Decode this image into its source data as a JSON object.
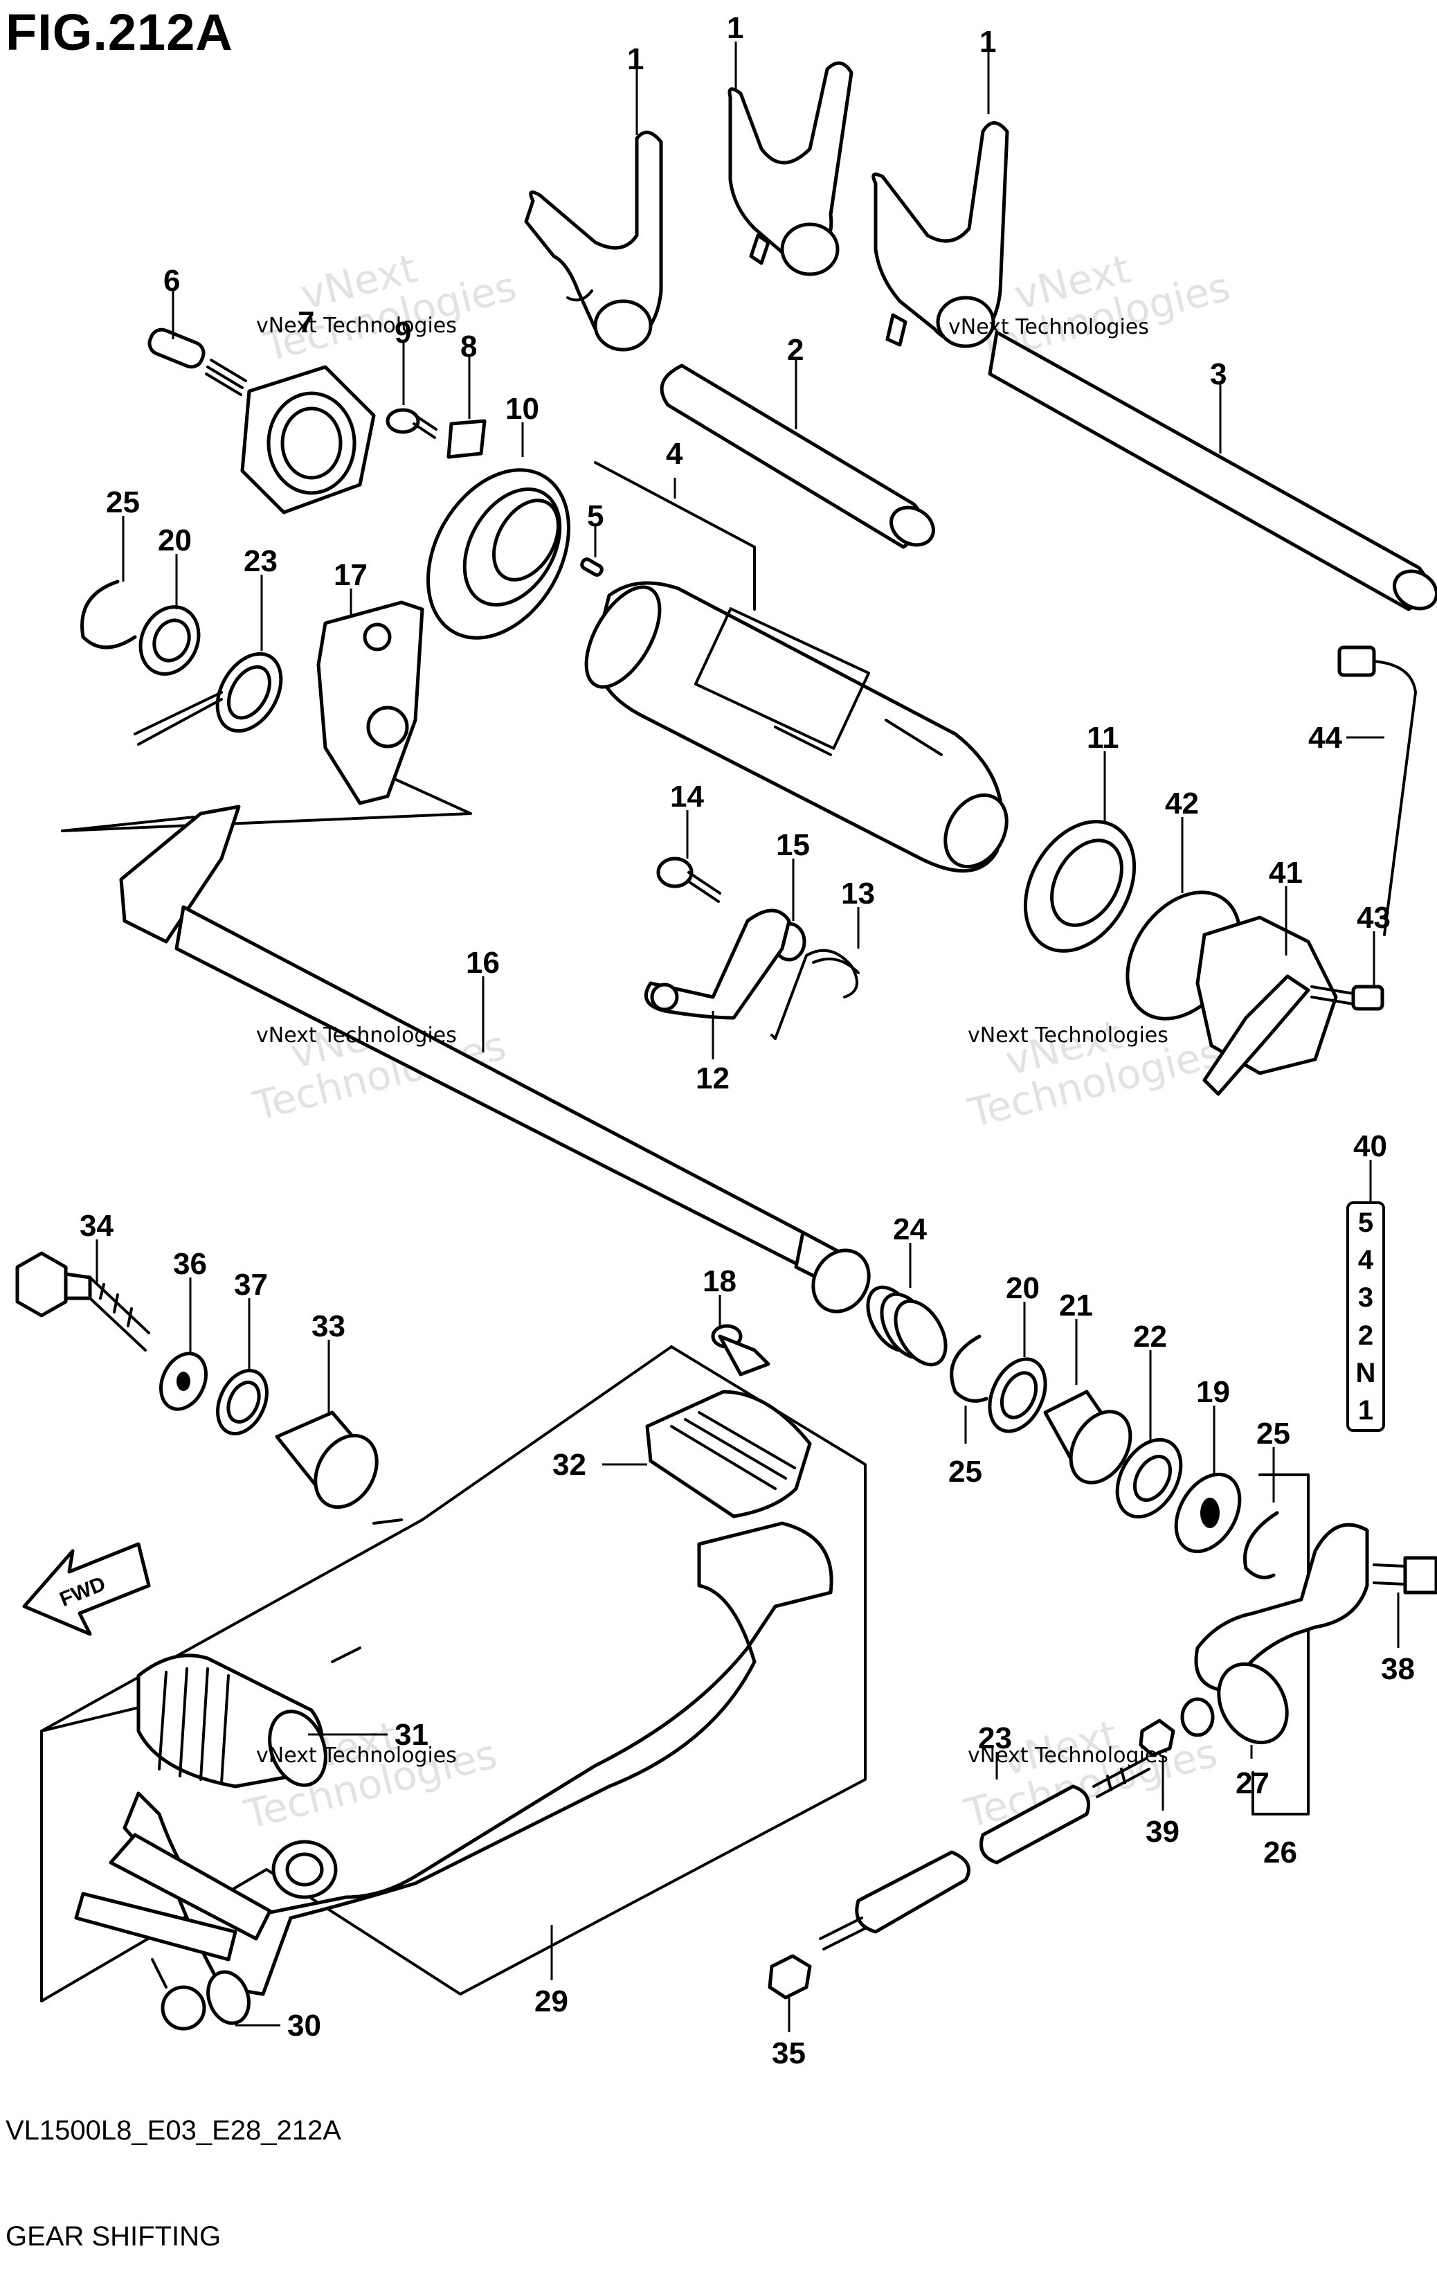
{
  "figure": {
    "title": "FIG.212A",
    "code": "VL1500L8_E03_E28_212A",
    "name": "GEAR SHIFTING",
    "fwd_label": "FWD"
  },
  "watermark": {
    "small": "vNext Technologies",
    "large_top": "vNext",
    "large_bottom": "Technologies"
  },
  "gear_indicator": [
    "5",
    "4",
    "3",
    "2",
    "N",
    "1"
  ],
  "callouts": {
    "c1a": "1",
    "c1b": "1",
    "c1c": "1",
    "c2": "2",
    "c3": "3",
    "c4": "4",
    "c5": "5",
    "c6": "6",
    "c7": "7",
    "c8": "8",
    "c9": "9",
    "c10": "10",
    "c11": "11",
    "c12": "12",
    "c13": "13",
    "c14": "14",
    "c15": "15",
    "c16": "16",
    "c17": "17",
    "c18": "18",
    "c19": "19",
    "c20a": "20",
    "c20b": "20",
    "c21": "21",
    "c22": "22",
    "c23a": "23",
    "c23b": "23",
    "c24": "24",
    "c25a": "25",
    "c25b": "25",
    "c25c": "25",
    "c26": "26",
    "c27": "27",
    "c29": "29",
    "c30": "30",
    "c31": "31",
    "c32": "32",
    "c33": "33",
    "c34": "34",
    "c35": "35",
    "c36": "36",
    "c37": "37",
    "c38": "38",
    "c39": "39",
    "c40": "40",
    "c41": "41",
    "c42": "42",
    "c43": "43",
    "c44": "44"
  }
}
